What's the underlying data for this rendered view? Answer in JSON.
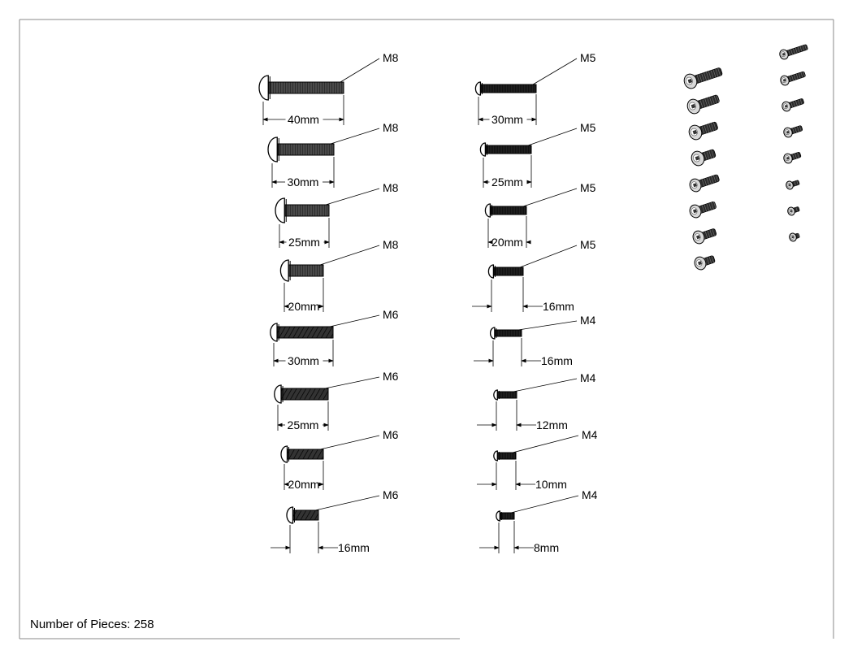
{
  "footer": {
    "label": "Number of Pieces:",
    "count": "258"
  },
  "left_column": [
    {
      "thread": "M8",
      "length": "40mm"
    },
    {
      "thread": "M8",
      "length": "30mm"
    },
    {
      "thread": "M8",
      "length": "25mm"
    },
    {
      "thread": "M8",
      "length": "20mm"
    },
    {
      "thread": "M6",
      "length": "30mm"
    },
    {
      "thread": "M6",
      "length": "25mm"
    },
    {
      "thread": "M6",
      "length": "20mm"
    },
    {
      "thread": "M6",
      "length": "16mm"
    }
  ],
  "right_column": [
    {
      "thread": "M5",
      "length": "30mm"
    },
    {
      "thread": "M5",
      "length": "25mm"
    },
    {
      "thread": "M5",
      "length": "20mm"
    },
    {
      "thread": "M5",
      "length": "16mm"
    },
    {
      "thread": "M4",
      "length": "16mm"
    },
    {
      "thread": "M4",
      "length": "12mm"
    },
    {
      "thread": "M4",
      "length": "10mm"
    },
    {
      "thread": "M4",
      "length": "8mm"
    }
  ],
  "colors": {
    "line": "#000000",
    "thread": "#3a3a3a",
    "frame": "#888888"
  },
  "icons": {
    "screw": "button-head-hex-screw-icon"
  }
}
